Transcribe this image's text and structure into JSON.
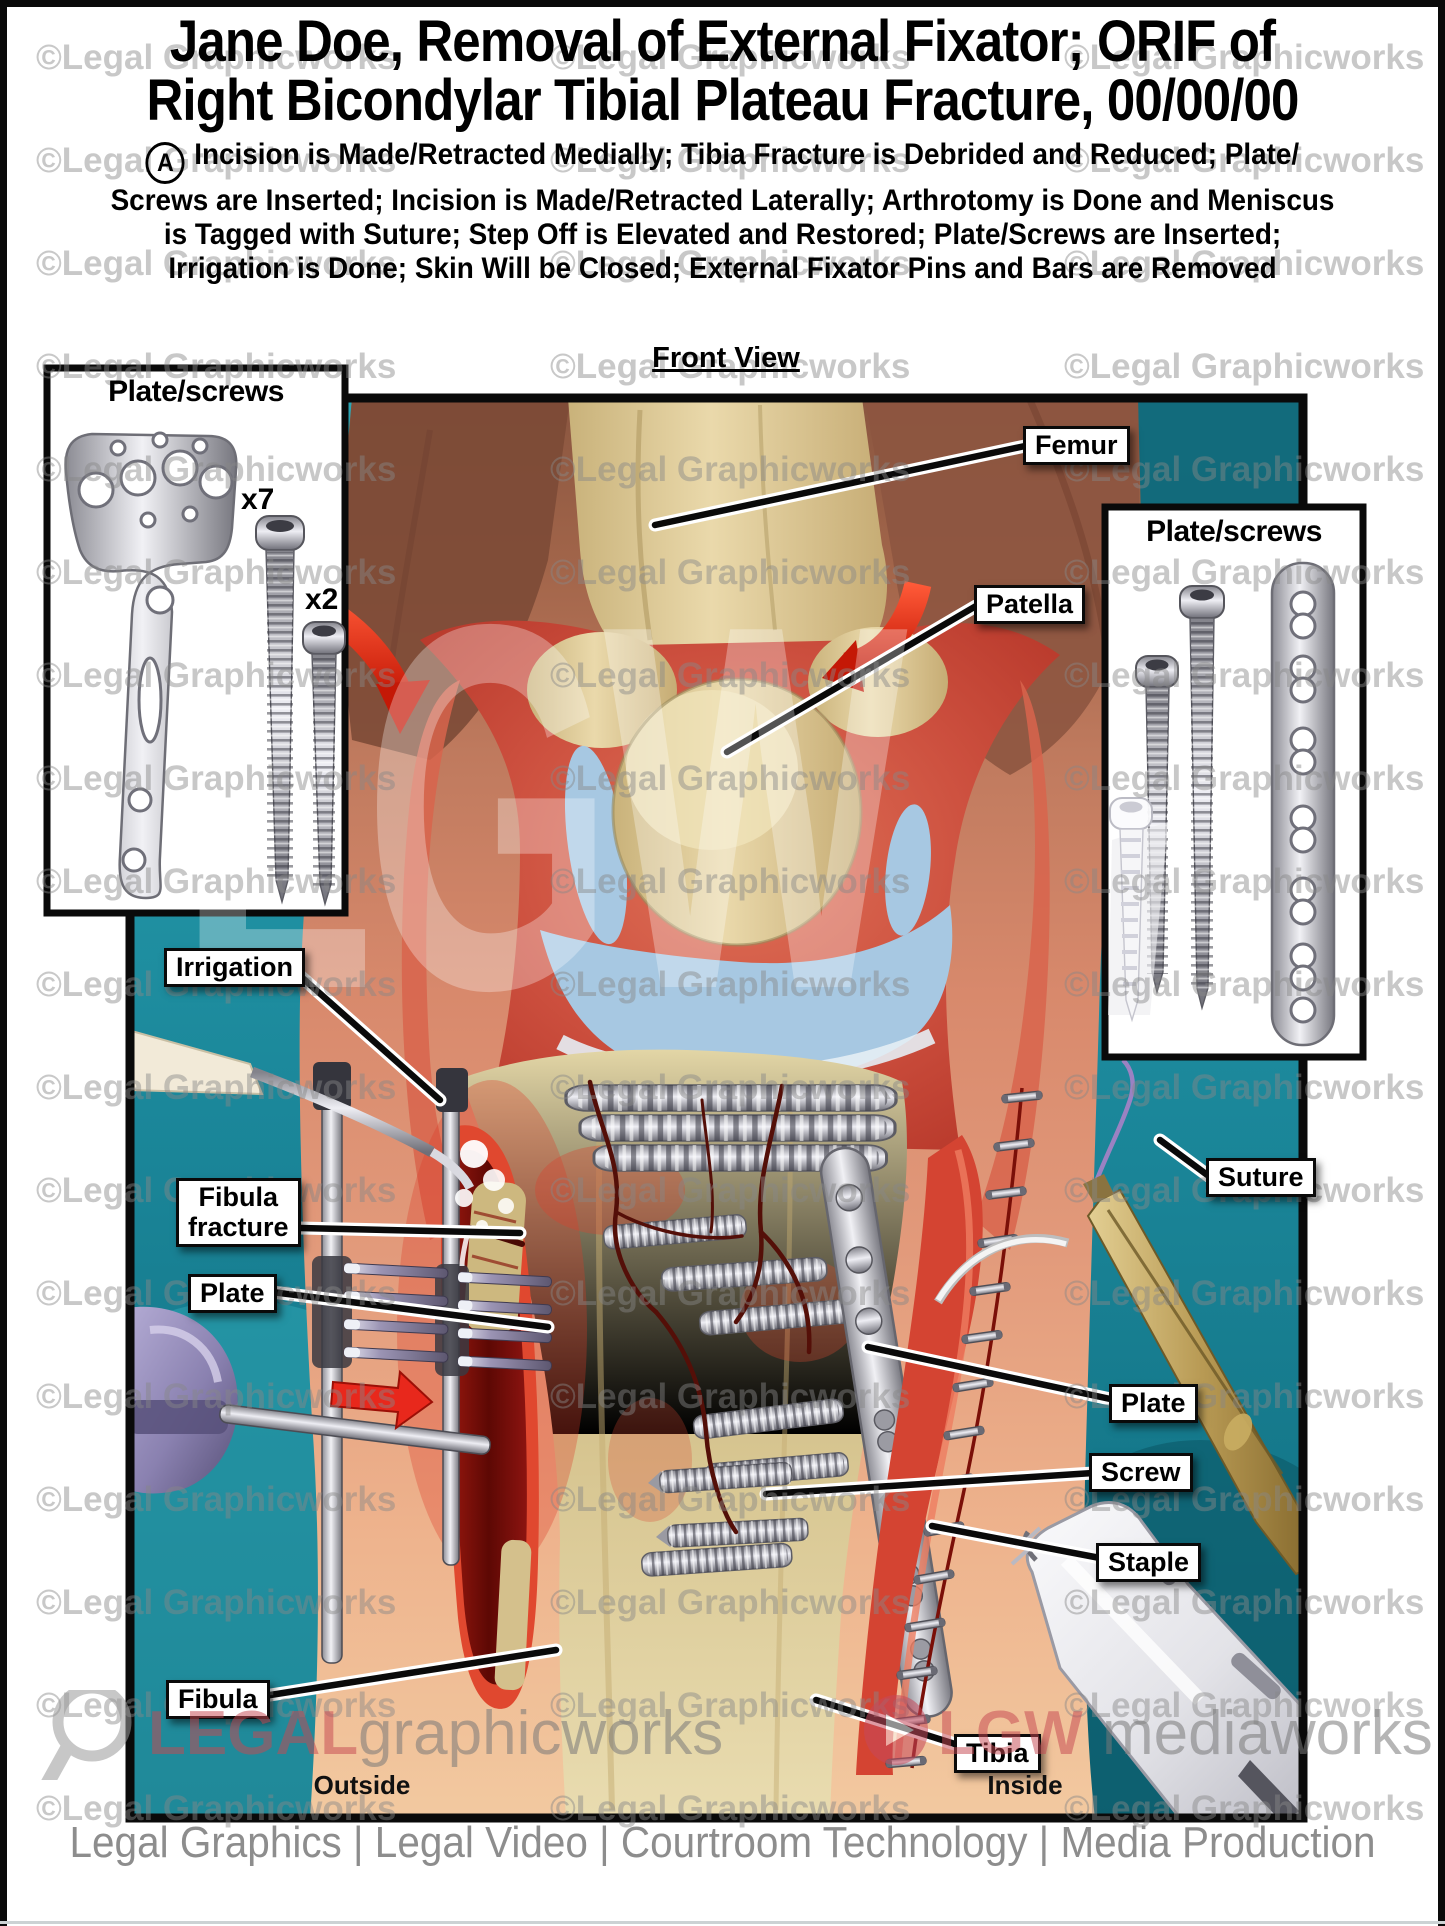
{
  "title": {
    "line1": "Jane Doe, Removal of External Fixator; ORIF of",
    "line2": "Right Bicondylar Tibial Plateau Fracture, 00/00/00"
  },
  "procedure_note": {
    "marker": "A",
    "lines": [
      "Incision is Made/Retracted Medially; Tibia Fracture is Debrided and Reduced; Plate/",
      "Screws are Inserted; Incision is Made/Retracted Laterally; Arthrotomy is Done and Meniscus",
      "is Tagged with Suture; Step Off is Elevated and Restored; Plate/Screws are Inserted;",
      "Irrigation is Done; Skin Will be Closed; External Fixator Pins and Bars are Removed"
    ]
  },
  "view_label": "Front View",
  "insets": {
    "left": {
      "title": "Plate/screws",
      "counts": [
        "x7",
        "x2"
      ]
    },
    "right": {
      "title": "Plate/screws"
    }
  },
  "labels": {
    "femur": "Femur",
    "patella": "Patella",
    "irrigation": "Irrigation",
    "fibula_fracture_line1": "Fibula",
    "fibula_fracture_line2": "fracture",
    "plate_left": "Plate",
    "suture": "Suture",
    "plate_right": "Plate",
    "screw": "Screw",
    "staple": "Staple",
    "fibula": "Fibula",
    "tibia": "Tibia"
  },
  "orientation": {
    "left": "Outside",
    "right": "Inside"
  },
  "watermark": {
    "text": "©Legal Graphicworks",
    "rows": 18,
    "cols": [
      36,
      550,
      1064
    ],
    "row_start": 38,
    "row_step": 103
  },
  "center_watermark": "LGW",
  "branding": {
    "legal": "LEGAL",
    "graphicworks": "graphicworks",
    "lgw": "LGW",
    "mediaworks": "mediaworks"
  },
  "footer": "Legal Graphics | Legal Video | Courtroom Technology | Media Production",
  "colors": {
    "teal_drape": "#1f8fa0",
    "arrow_red": "#e82814",
    "bone": "#d9c693",
    "incision_red": "#b0180c"
  }
}
